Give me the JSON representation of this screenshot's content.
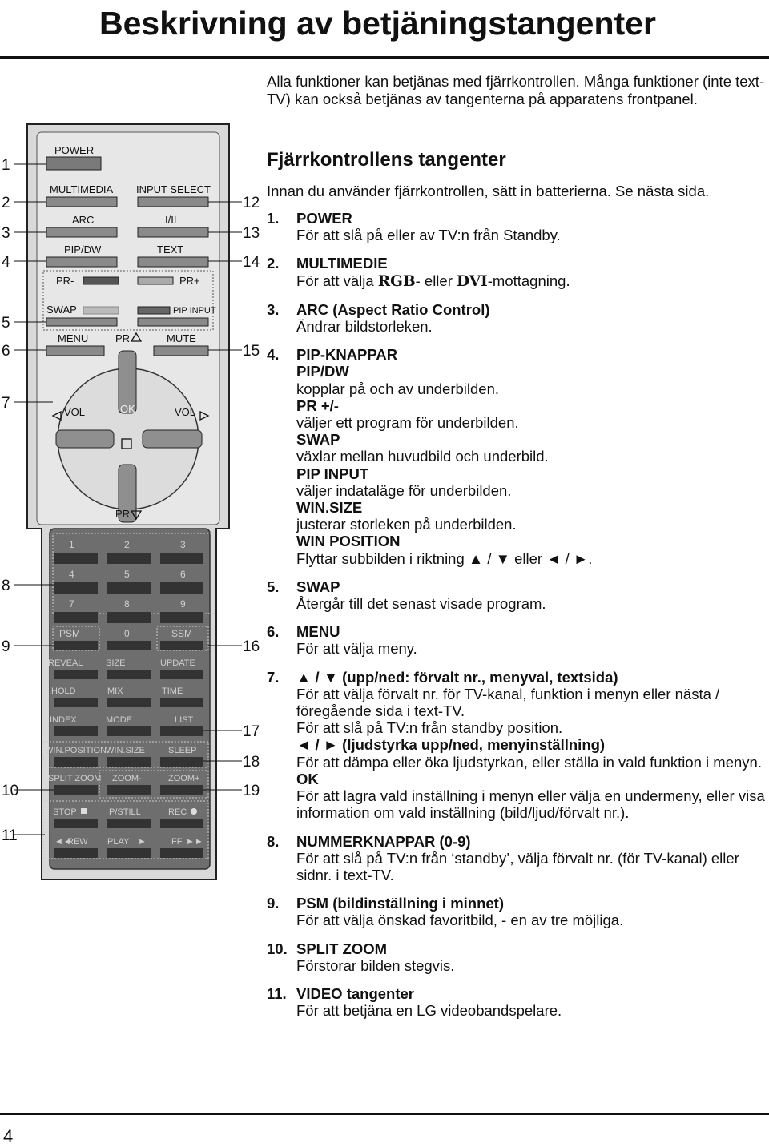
{
  "page_title": "Beskrivning av betjäningstangenter",
  "intro": "Alla funktioner kan betjänas med fjärrkontrollen. Många funktioner (inte text-TV) kan också betjänas av tangenterna på apparatens frontpanel.",
  "section_title": "Fjärrkontrollens tangenter",
  "section_lead": "Innan du använder fjärrkontrollen, sätt in batterierna. Se nästa sida.",
  "page_number": "4",
  "items": [
    {
      "num": "1.",
      "heading": "POWER",
      "text": "För att slå på eller av TV:n från Standby."
    },
    {
      "num": "2.",
      "heading": "MULTIMEDIE",
      "pre": "För att välja ",
      "rgb": "RGB",
      "mid": "- eller ",
      "dvi": "DVI",
      "post": "-mottagning."
    },
    {
      "num": "3.",
      "heading": "ARC (Aspect Ratio Control)",
      "text": "Ändrar bildstorleken."
    },
    {
      "num": "4.",
      "heading": "PIP-KNAPPAR",
      "subs": [
        {
          "label": "PIP/DW",
          "text": "kopplar på och av underbilden."
        },
        {
          "label": "PR +/-",
          "text": "väljer ett program för underbilden."
        },
        {
          "label": "SWAP",
          "text": "växlar mellan huvudbild och underbild."
        },
        {
          "label": "PIP INPUT",
          "text": "väljer indataläge för underbilden."
        },
        {
          "label": "WIN.SIZE",
          "text": "justerar storleken på underbilden."
        },
        {
          "label": "WIN POSITION",
          "text": "Flyttar subbilden i riktning ▲ / ▼ eller ◄ / ►."
        }
      ]
    },
    {
      "num": "5.",
      "heading": "SWAP",
      "text": "Återgår till det senast visade program."
    },
    {
      "num": "6.",
      "heading": "MENU",
      "text": "För att välja meny."
    },
    {
      "num": "7.",
      "heading": "▲ / ▼ (upp/ned: förvalt nr., menyval, textsida)",
      "subs": [
        {
          "label": "",
          "text": "För att välja förvalt nr. för TV-kanal, funktion i menyn eller nästa / föregående sida i text-TV."
        },
        {
          "label": "",
          "text": "För att slå på TV:n från standby position."
        },
        {
          "label": "◄ / ► (ljudstyrka upp/ned, menyinställning)",
          "text": "För att dämpa eller öka ljudstyrkan, eller ställa in vald funktion i menyn."
        },
        {
          "label": "OK",
          "text": "För att lagra vald inställning i menyn eller välja en undermeny, eller visa information om vald inställning (bild/ljud/förvalt nr.)."
        }
      ]
    },
    {
      "num": "8.",
      "heading": "NUMMERKNAPPAR (0-9)",
      "text": "För att slå på TV:n från ‘standby’, välja förvalt nr. (för TV-kanal) eller sidnr. i text-TV."
    },
    {
      "num": "9.",
      "heading": "PSM (bildinställning i minnet)",
      "text": "För att välja önskad favoritbild, - en av tre möjliga."
    },
    {
      "num": "10.",
      "heading": "SPLIT ZOOM",
      "text": "Förstorar bilden stegvis."
    },
    {
      "num": "11.",
      "heading": "VIDEO tangenter",
      "text": "För att betjäna en LG videobandspelare."
    }
  ],
  "remote": {
    "power": "POWER",
    "multimedia": "MULTIMEDIA",
    "input_select": "INPUT SELECT",
    "arc": "ARC",
    "i_ii": "I/II",
    "pip_dw": "PIP/DW",
    "text": "TEXT",
    "pr_minus": "PR-",
    "pr_plus": "PR+",
    "swap": "SWAP",
    "pip_input": "PIP INPUT",
    "menu": "MENU",
    "pr_up": "PR",
    "mute": "MUTE",
    "vol_left": "VOL",
    "ok": "OK",
    "vol_right": "VOL",
    "pr_down": "PR",
    "digits": [
      "1",
      "2",
      "3",
      "4",
      "5",
      "6",
      "7",
      "8",
      "9"
    ],
    "psm": "PSM",
    "zero": "0",
    "ssm": "SSM",
    "reveal": "REVEAL",
    "size": "SIZE",
    "update": "UPDATE",
    "hold": "HOLD",
    "mix": "MIX",
    "time": "TIME",
    "index": "INDEX",
    "mode": "MODE",
    "list": "LIST",
    "win_position": "WIN.POSITION",
    "win_size": "WIN.SIZE",
    "sleep": "SLEEP",
    "split_zoom": "SPLIT ZOOM",
    "zoom_minus": "ZOOM-",
    "zoom_plus": "ZOOM+",
    "stop": "STOP",
    "pstill": "P/STILL",
    "rec": "REC",
    "rew": "REW",
    "play": "PLAY",
    "ff": "FF",
    "callouts_left": [
      "1",
      "2",
      "3",
      "4",
      "5",
      "6",
      "7",
      "8",
      "9",
      "10",
      "11"
    ],
    "callouts_right": [
      "12",
      "13",
      "14",
      "15",
      "16",
      "17",
      "18",
      "19"
    ]
  }
}
